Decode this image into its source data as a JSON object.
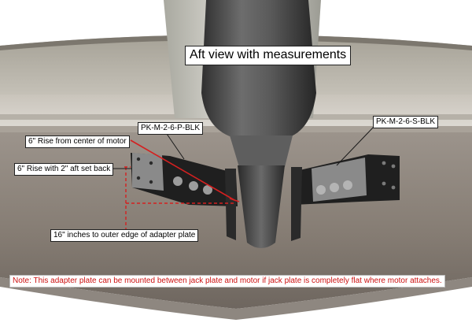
{
  "title": "Aft view with measurements",
  "labels": {
    "part_port": "PK-M-2-6-P-BLK",
    "part_starboard": "PK-M-2-6-S-BLK",
    "rise_center": "6\" Rise from center of motor",
    "rise_setback": "6\" Rise with 2\" aft set back",
    "outer_edge": "16\" inches to outer edge of adapter plate"
  },
  "note": "Note: This adapter plate can be mounted between jack plate and motor if jack plate is completely flat where motor attaches.",
  "colors": {
    "hull": "#8b8179",
    "hull_light": "#d4d0c7",
    "motor": "#4a4a4a",
    "bracket": "#222222",
    "dimension_line": "#d42020",
    "note_text": "#cc1111"
  }
}
